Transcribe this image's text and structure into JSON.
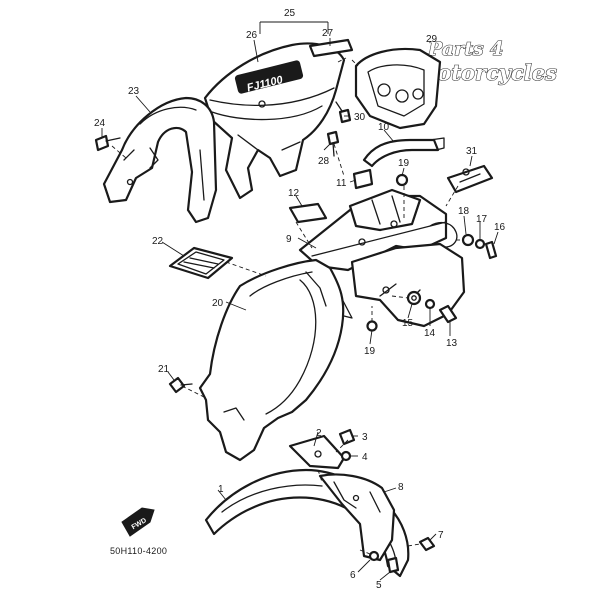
{
  "diagram_code": "50H110-4200",
  "watermark": {
    "line1": "Parts 4",
    "line2": "Motorcycles"
  },
  "seat_lettering": "FJ1100",
  "direction_mark": "FWD",
  "part_numbers": [
    "1",
    "2",
    "3",
    "4",
    "5",
    "6",
    "7",
    "8",
    "9",
    "10",
    "11",
    "12",
    "13",
    "14",
    "15",
    "16",
    "17",
    "18",
    "19",
    "19",
    "20",
    "21",
    "22",
    "23",
    "24",
    "25",
    "26",
    "27",
    "28",
    "29",
    "30",
    "31"
  ]
}
